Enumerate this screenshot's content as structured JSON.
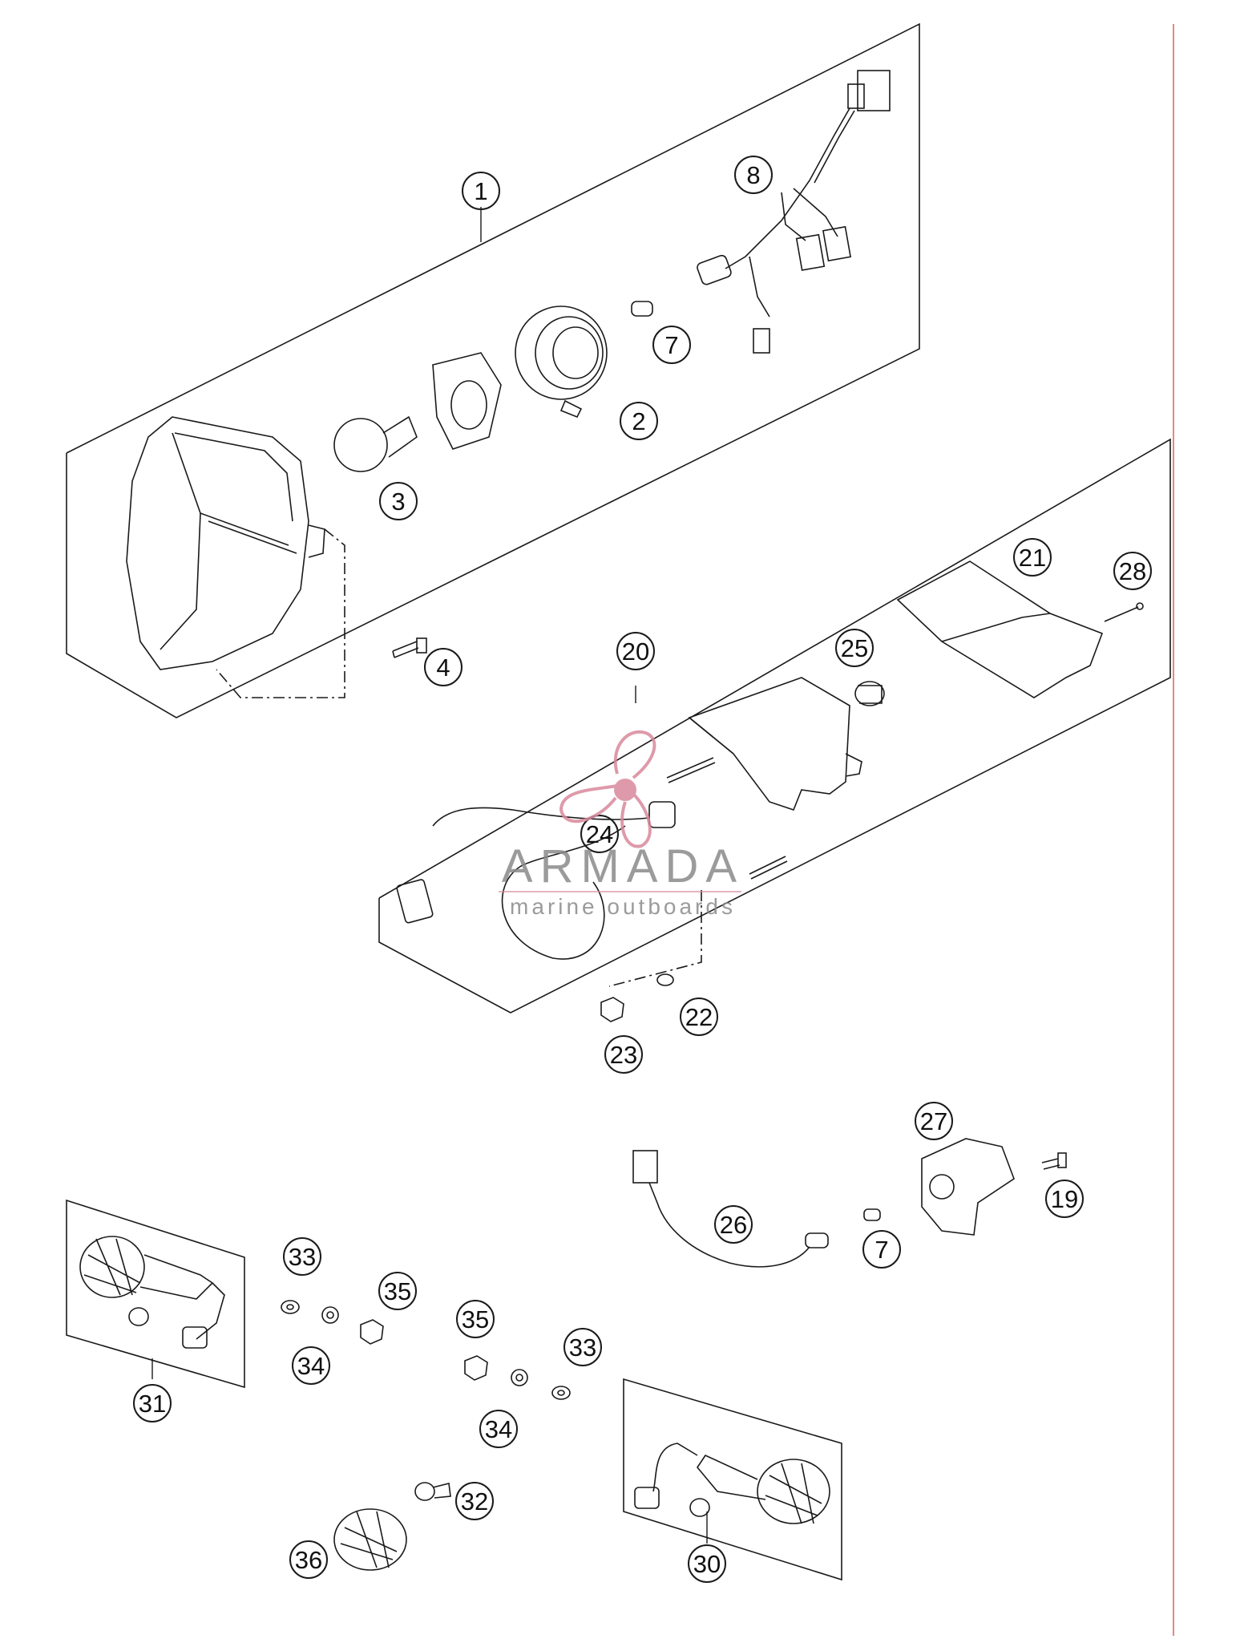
{
  "callouts": [
    {
      "n": "1"
    },
    {
      "n": "2"
    },
    {
      "n": "3"
    },
    {
      "n": "4"
    },
    {
      "n": "7"
    },
    {
      "n": "8"
    },
    {
      "n": "20"
    },
    {
      "n": "21"
    },
    {
      "n": "22"
    },
    {
      "n": "23"
    },
    {
      "n": "24"
    },
    {
      "n": "25"
    },
    {
      "n": "28"
    },
    {
      "n": "27"
    },
    {
      "n": "19"
    },
    {
      "n": "7"
    },
    {
      "n": "26"
    },
    {
      "n": "31"
    },
    {
      "n": "33"
    },
    {
      "n": "34"
    },
    {
      "n": "35"
    },
    {
      "n": "35"
    },
    {
      "n": "33"
    },
    {
      "n": "34"
    },
    {
      "n": "32"
    },
    {
      "n": "36"
    },
    {
      "n": "30"
    }
  ],
  "watermark": {
    "title": "ARMADA",
    "subtitle": "marine outboards",
    "brand_color": "#d9899c",
    "text_color": "#8a8a8a"
  },
  "colors": {
    "line": "#1a1a1a",
    "leader": "#1a1a1a",
    "edge_rule": "#e08a80"
  }
}
